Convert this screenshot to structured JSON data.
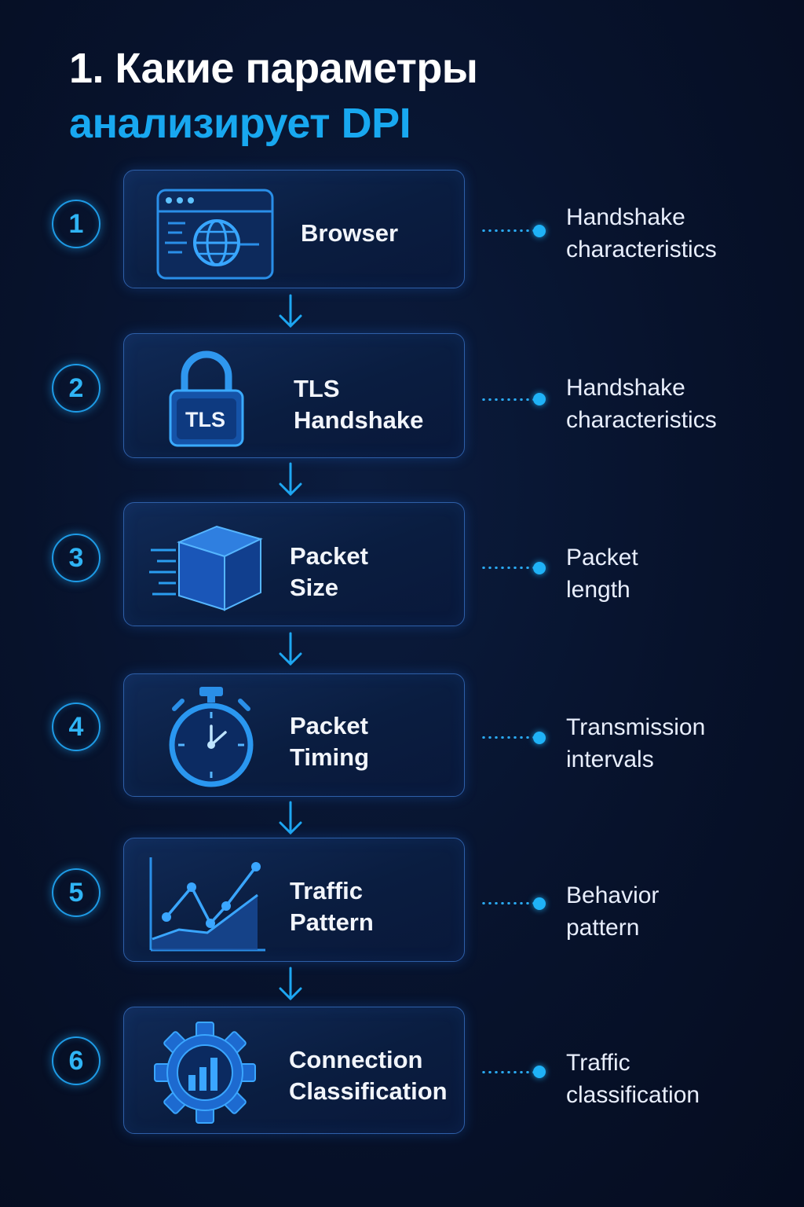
{
  "title": {
    "line1": "1. Какие параметры",
    "line2": "анализирует DPI"
  },
  "colors": {
    "accent": "#18a8f0",
    "card_border": "#2e5fa8",
    "background": "#07122b"
  },
  "steps": [
    {
      "number": "1",
      "label": "Browser",
      "icon": "browser-globe-icon",
      "description": "Handshake\ncharacteristics"
    },
    {
      "number": "2",
      "label": "TLS\nHandshake",
      "icon": "padlock-icon",
      "icon_text": "TLS",
      "description": "Handshake\ncharacteristics"
    },
    {
      "number": "3",
      "label": "Packet\nSize",
      "icon": "packet-cube-icon",
      "description": "Packet\nlength"
    },
    {
      "number": "4",
      "label": "Packet\nTiming",
      "icon": "stopwatch-icon",
      "description": "Transmission\nintervals"
    },
    {
      "number": "5",
      "label": "Traffic\nPattern",
      "icon": "line-chart-icon",
      "description": "Behavior\npattern"
    },
    {
      "number": "6",
      "label": "Connection\nClassification",
      "icon": "gear-chart-icon",
      "description": "Traffic\nclassification"
    }
  ]
}
